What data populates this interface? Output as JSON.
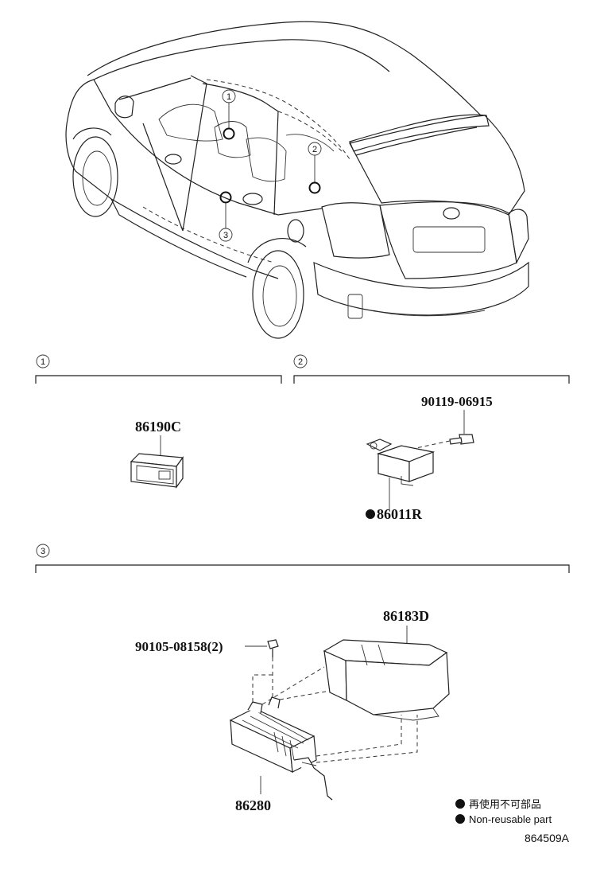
{
  "callouts": {
    "c1": "1",
    "c2": "2",
    "c3": "3"
  },
  "sections": [
    {
      "number": "1"
    },
    {
      "number": "2"
    },
    {
      "number": "3"
    }
  ],
  "parts": {
    "switch": "86190C",
    "bolt_sec2": "90119-06915",
    "sensor": "86011R",
    "bolt_sec3": "90105-08158(2)",
    "cover": "86183D",
    "amplifier": "86280"
  },
  "legend": {
    "line1": "再使用不可部品",
    "line2": "Non-reusable part"
  },
  "diagram_code": "864509A"
}
